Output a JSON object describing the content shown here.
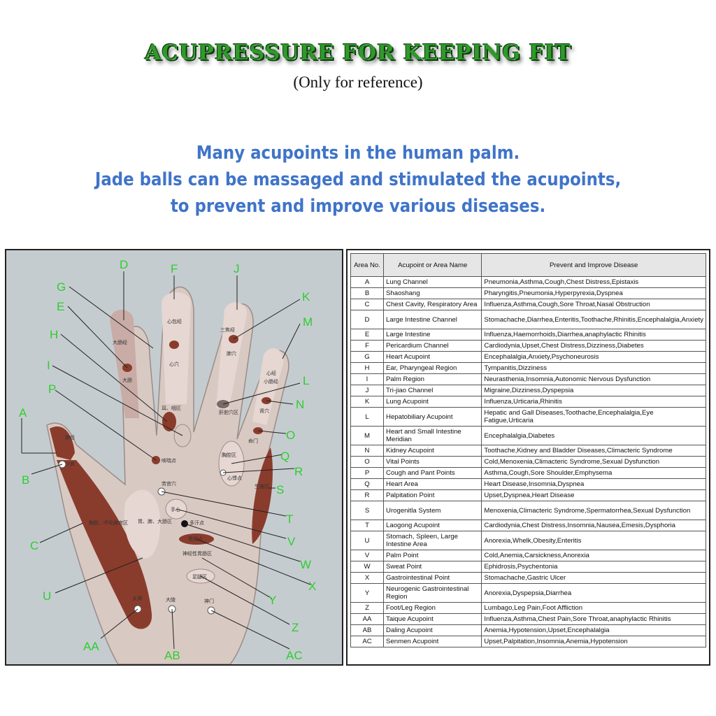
{
  "header": {
    "title": "ACUPRESSURE FOR KEEPING FIT",
    "subtitle": "(Only for reference)"
  },
  "intro": {
    "line1": "Many acupoints in the human palm.",
    "line2": "Jade balls can be massaged and stimulated the acupoints,",
    "line3": "to prevent and improve various diseases."
  },
  "diagram": {
    "labels": [
      "A",
      "B",
      "C",
      "D",
      "E",
      "F",
      "G",
      "H",
      "I",
      "J",
      "K",
      "L",
      "M",
      "N",
      "O",
      "P",
      "Q",
      "R",
      "S",
      "T",
      "U",
      "V",
      "W",
      "X",
      "Y",
      "Z",
      "AA",
      "AB",
      "AC"
    ],
    "chinese": [
      "大肠经",
      "心包经",
      "三焦经",
      "心经",
      "小肠经",
      "大肠",
      "心穴",
      "肺穴",
      "肾穴",
      "命门",
      "耳、咽区",
      "胸腔区",
      "肝胆穴区",
      "咳喘点",
      "肺经",
      "少商",
      "心悸点",
      "劳宫穴",
      "手心",
      "生殖区",
      "胸腔、呼吸器官区",
      "胃、脾、大肠区",
      "多汗点",
      "胃肠点",
      "神经性胃肠区",
      "足腿区",
      "太渊",
      "大陵",
      "神门"
    ],
    "colors": {
      "label": "#2dce2d",
      "skin": "#d9c9c3",
      "dark": "#8a3c2c",
      "background": "#c5ccd0"
    }
  },
  "table": {
    "headers": [
      "Area No.",
      "Acupoint or Area Name",
      "Prevent and Improve Disease"
    ],
    "rows": [
      [
        "A",
        "Lung Channel",
        "Pneumonia,Asthma,Cough,Chest Distress,Epistaxis"
      ],
      [
        "B",
        "Shaoshang",
        "Pharyngitis,Pneumonia,Hyperpyrexia,Dyspnea"
      ],
      [
        "C",
        "Chest Cavity, Respiratory Area",
        "Influenza,Asthma,Cough,Sore Throat,Nasal Obstruction"
      ],
      [
        "D",
        "Large Intestine Channel",
        "Stomachache,Diarrhea,Enteritis,Toothache,Rhinitis,Encephalalgia,Anxiety"
      ],
      [
        "E",
        "Large Intestine",
        "Influenza,Haemorrhoids,Diarrhea,anaphylactic Rhinitis"
      ],
      [
        "F",
        "Pericardium Channel",
        "Cardiodynia,Upset,Chest Distress,Dizziness,Diabetes"
      ],
      [
        "G",
        "Heart Acupoint",
        "Encephalalgia,Anxiety,Psychoneurosis"
      ],
      [
        "H",
        "Ear, Pharyngeal Region",
        "Tympanitis,Dizziness"
      ],
      [
        "I",
        "Palm Region",
        "Neurasthenia,Insomnia,Autonomic Nervous Dysfunction"
      ],
      [
        "J",
        "Tri-jiao Channel",
        "Migraine,Dizziness,Dyspepsia"
      ],
      [
        "K",
        "Lung Acupoint",
        "Influenza,Urticaria,Rhinitis"
      ],
      [
        "L",
        "Hepatobiliary Acupoint",
        "Hepatic and Gall Diseases,Toothache,Encephalalgia,Eye Fatigue,Urticaria"
      ],
      [
        "M",
        "Heart and Small Intestine Meridian",
        "Encephalalgia,Diabetes"
      ],
      [
        "N",
        "Kidney Acupoint",
        "Toothache,Kidney and Bladder Diseases,Climacteric Syndrome"
      ],
      [
        "O",
        "Vital Points",
        "Cold,Menoxenia,Climacteric Syndrome,Sexual Dysfunction"
      ],
      [
        "P",
        "Cough and Pant Points",
        "Asthma,Cough,Sore Shoulder,Emphysema"
      ],
      [
        "Q",
        "Heart Area",
        "Heart Disease,Insomnia,Dyspnea"
      ],
      [
        "R",
        "Palpitation Point",
        "Upset,Dyspnea,Heart Disease"
      ],
      [
        "S",
        "Urogenitla System",
        "Menoxenia,Climacteric Syndrome,Spermatorrhea,Sexual Dysfunction"
      ],
      [
        "T",
        "Laogong Acupoint",
        "Cardiodynia,Chest Distress,Insomnia,Nausea,Emesis,Dysphoria"
      ],
      [
        "U",
        "Stomach, Spleen, Large Intestine Area",
        "Anorexia,Whelk,Obesity,Enteritis"
      ],
      [
        "V",
        "Palm Point",
        "Cold,Anemia,Carsickness,Anorexia"
      ],
      [
        "W",
        "Sweat Point",
        "Ephidrosis,Psychentonia"
      ],
      [
        "X",
        "Gastrointestinal Point",
        "Stomachache,Gastric Ulcer"
      ],
      [
        "Y",
        "Neurogenic Gastrointestinal Region",
        "Anorexia,Dyspepsia,Diarrhea"
      ],
      [
        "Z",
        "Foot/Leg Region",
        "Lumbago,Leg Pain,Foot Affliction"
      ],
      [
        "AA",
        "Taique Acupoint",
        "Influenza,Asthma,Chest Pain,Sore Throat,anaphylactic Rhinitis"
      ],
      [
        "AB",
        "Daling Acupoint",
        "Anemia,Hypotension,Upset,Encephalalgia"
      ],
      [
        "AC",
        "Senmen Acupoint",
        "Upset,Palpitation,Insomnia,Anemia,Hypotension"
      ]
    ]
  }
}
